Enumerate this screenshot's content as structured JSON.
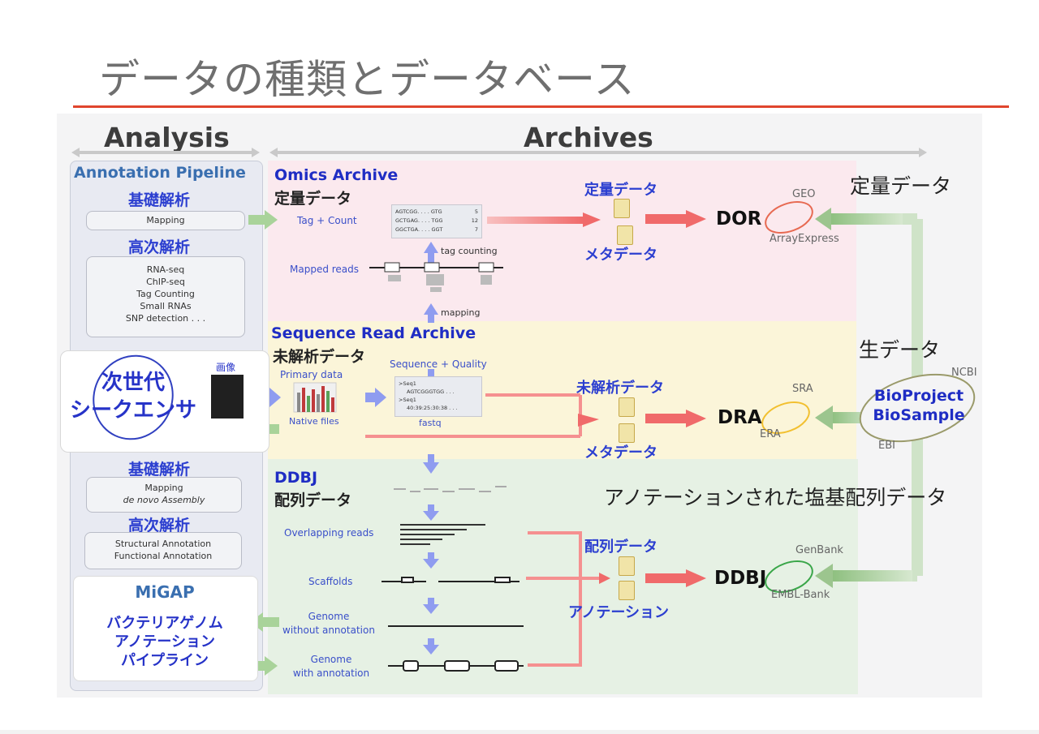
{
  "slide": {
    "title": "データの種類とデータベース"
  },
  "headers": {
    "analysis": "Analysis",
    "archives": "Archives"
  },
  "analysis_column": {
    "pipeline_title": "Annotation Pipeline",
    "basic_analysis_1": "基礎解析",
    "mapping_box": "Mapping",
    "advanced_analysis_1": "高次解析",
    "advanced_items": [
      "RNA-seq",
      "ChIP-seq",
      "Tag Counting",
      "Small RNAs",
      "SNP detection . . ."
    ],
    "sequencer_label": "次世代\nシークエンサ",
    "image_label": "画像",
    "basic_analysis_2": "基礎解析",
    "mapping_box_2_line1": "Mapping",
    "mapping_box_2_line2": "de novo Assembly",
    "advanced_analysis_2": "高次解析",
    "annotation_box_line1": "Structural Annotation",
    "annotation_box_line2": "Functional Annotation",
    "migap_title": "MiGAP",
    "migap_line1": "バクテリアゲノム",
    "migap_line2": "アノテーション",
    "migap_line3": "パイプライン"
  },
  "omics": {
    "title": "Omics Archive",
    "subtitle": "定量データ",
    "tag_count": "Tag + Count",
    "mapped_reads": "Mapped reads",
    "tag_counting": "tag counting",
    "mapping": "mapping",
    "table_rows": [
      {
        "seq": "AGTCGG. . . . GTG",
        "count": "5"
      },
      {
        "seq": "GCTGAG. . . . TGG",
        "count": "12"
      },
      {
        "seq": "GGCTGA. . . . GGT",
        "count": "7"
      }
    ],
    "data_label": "定量データ",
    "meta_label": "メタデータ",
    "db": "DOR",
    "db_top": "GEO",
    "db_bottom": "ArrayExpress"
  },
  "sra": {
    "title": "Sequence Read Archive",
    "subtitle": "未解析データ",
    "seq_quality": "Sequence + Quality",
    "primary_data": "Primary data",
    "native_files": "Native files",
    "fastq": "fastq",
    "fastq_lines": [
      ">Seq1",
      "AGTCGGGTGG . . .",
      ">Seq1",
      "40:39:25:30:38 . . ."
    ],
    "data_label": "未解析データ",
    "meta_label": "メタデータ",
    "db": "DRA",
    "db_top": "SRA",
    "db_bottom": "ERA"
  },
  "ddbj": {
    "title": "DDBJ",
    "subtitle": "配列データ",
    "overlapping_reads": "Overlapping reads",
    "scaffolds": "Scaffolds",
    "genome_without_1": "Genome",
    "genome_without_2": "without annotation",
    "genome_with_1": "Genome",
    "genome_with_2": "with annotation",
    "data_label": "配列データ",
    "annotation_label": "アノテーション",
    "db": "DDBJ",
    "db_top": "GenBank",
    "db_bottom": "EMBL-Bank"
  },
  "bioproject": {
    "line1": "BioProject",
    "line2": "BioSample",
    "top": "NCBI",
    "bottom": "EBI"
  },
  "side_notes": {
    "quantitative": "定量データ",
    "raw": "生データ",
    "annotated": "アノテーションされた塩基配列データ"
  },
  "colors": {
    "title_rule": "#e0452d",
    "omics_band": "#fbe9ee",
    "sra_band": "#fbf5d9",
    "ddbj_band": "#e6f1e4",
    "blue_text": "#1f2dc4",
    "arrow_red": "#f08080",
    "arrow_green": "#9cc58e",
    "arrow_blue": "#8f9cf0",
    "ring_dor": "#e76a52",
    "ring_dra": "#f2c030",
    "ring_ddbj": "#3aa649",
    "ring_bioproject": "#9a9a6a"
  },
  "icons": [
    "document-stack-icon",
    "arrow-right-icon",
    "arrow-down-icon",
    "arrow-up-icon",
    "arrow-left-icon"
  ]
}
